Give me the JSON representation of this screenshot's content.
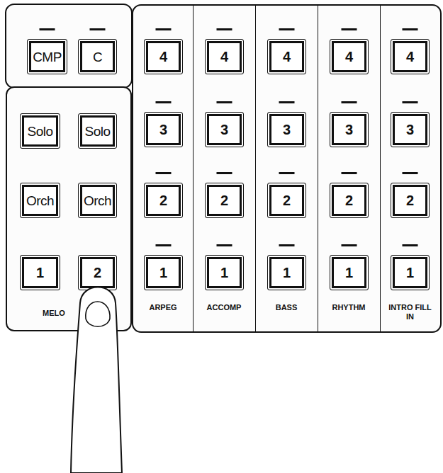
{
  "diagram": {
    "nodes": [
      {
        "text": [
          "CMP"
        ]
      },
      {
        "text": [
          "C"
        ]
      },
      {
        "text": [
          "MELO"
        ]
      },
      {
        "text": [
          "Solo"
        ],
        "in": 2
      },
      {
        "text": [
          "Solo"
        ],
        "in": 2
      },
      {
        "text": [
          "Orch"
        ],
        "in": 2
      },
      {
        "text": [
          "Orch"
        ],
        "in": 2
      },
      {
        "text": [
          "1"
        ],
        "in": 2
      },
      {
        "text": [
          "2"
        ],
        "in": 2
      },
      {
        "text": [
          "ARPEG"
        ]
      },
      {
        "text": [
          "4"
        ],
        "in": 9
      },
      {
        "text": [
          "3"
        ],
        "in": 9
      },
      {
        "text": [
          "2"
        ],
        "in": 9
      },
      {
        "text": [
          "1"
        ],
        "in": 9
      },
      {
        "text": [
          "ACCOMP"
        ]
      },
      {
        "text": [
          "4"
        ],
        "in": 14
      },
      {
        "text": [
          "3"
        ],
        "in": 14
      },
      {
        "text": [
          "2"
        ],
        "in": 14
      },
      {
        "text": [
          "1"
        ],
        "in": 14
      },
      {
        "text": [
          "BASS"
        ]
      },
      {
        "text": [
          "4"
        ],
        "in": 19
      },
      {
        "text": [
          "3"
        ],
        "in": 19
      },
      {
        "text": [
          "2"
        ],
        "in": 19
      },
      {
        "text": [
          "1"
        ],
        "in": 19
      },
      {
        "text": [
          "RHYTHM"
        ]
      },
      {
        "text": [
          "4"
        ],
        "in": 24
      },
      {
        "text": [
          "3"
        ],
        "in": 24
      },
      {
        "text": [
          "2"
        ],
        "in": 24
      },
      {
        "text": [
          "1"
        ],
        "in": 24
      },
      {
        "text": [
          "INTRO FILL IN"
        ]
      },
      {
        "text": [
          "4"
        ],
        "in": 29
      },
      {
        "text": [
          "3"
        ],
        "in": 29
      },
      {
        "text": [
          "2"
        ],
        "in": 29
      },
      {
        "text": [
          "1"
        ],
        "in": 29
      }
    ]
  }
}
